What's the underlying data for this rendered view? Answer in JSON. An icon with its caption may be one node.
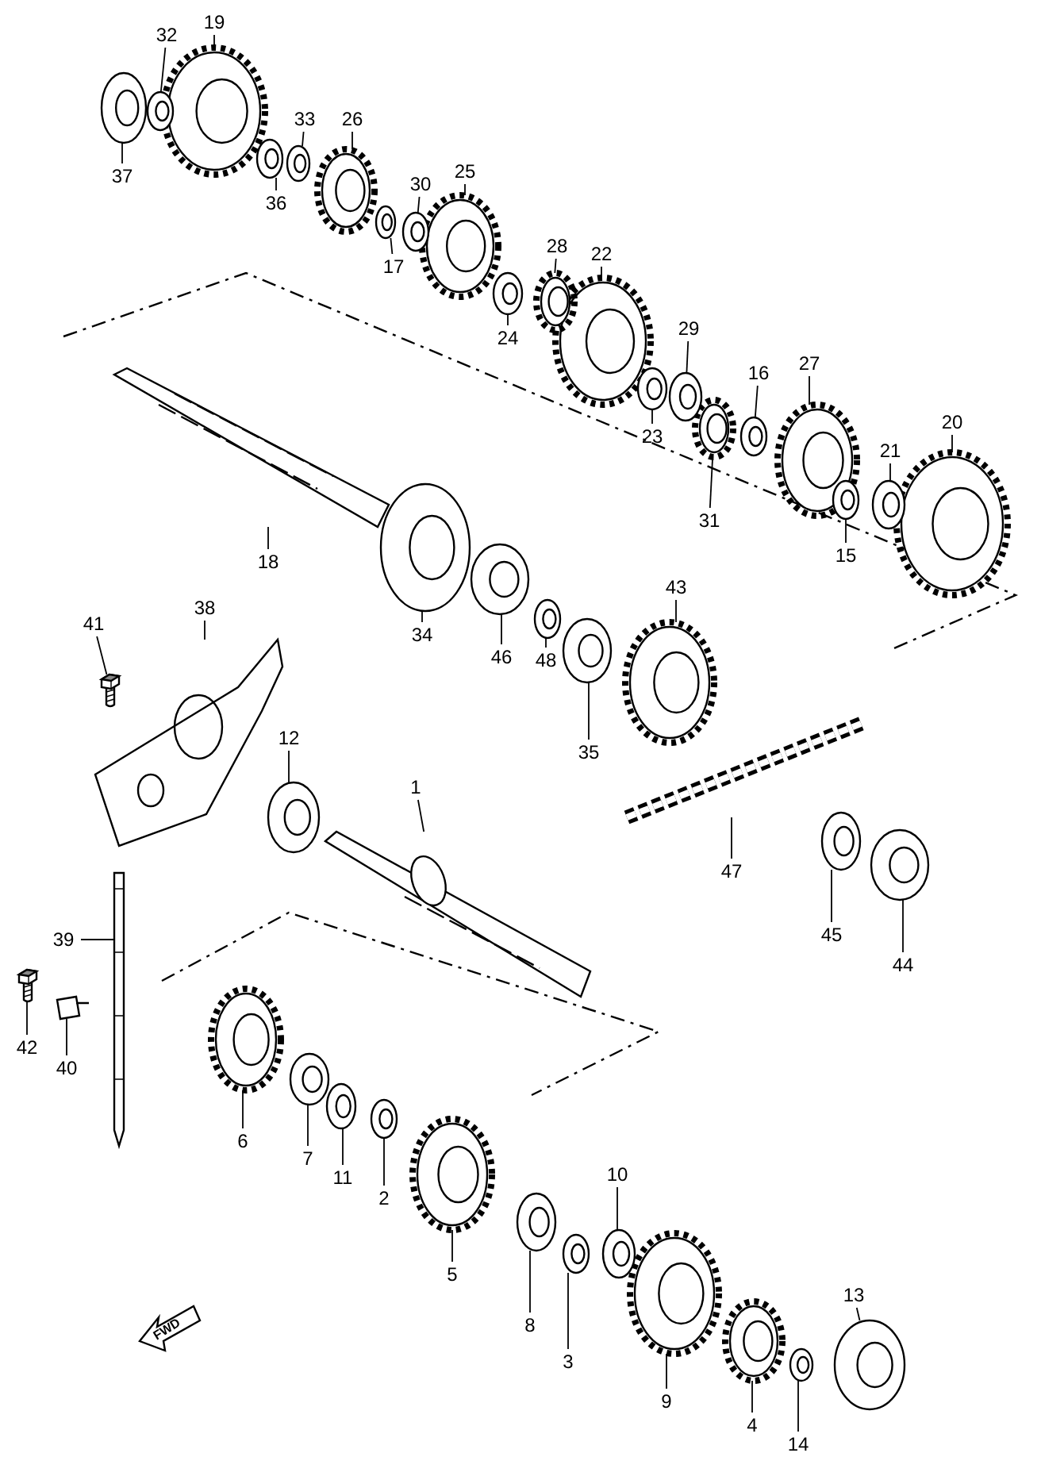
{
  "diagram": {
    "nodes": [
      {
        "text": [
          "19"
        ]
      },
      {
        "text": [
          "32"
        ]
      },
      {
        "text": [
          "37"
        ]
      },
      {
        "text": [
          "33"
        ]
      },
      {
        "text": [
          "26"
        ]
      },
      {
        "text": [
          "36"
        ]
      },
      {
        "text": [
          "30"
        ]
      },
      {
        "text": [
          "25"
        ]
      },
      {
        "text": [
          "17"
        ]
      },
      {
        "text": [
          "28"
        ]
      },
      {
        "text": [
          "22"
        ]
      },
      {
        "text": [
          "24"
        ]
      },
      {
        "text": [
          "29"
        ]
      },
      {
        "text": [
          "16"
        ]
      },
      {
        "text": [
          "27"
        ]
      },
      {
        "text": [
          "23"
        ]
      },
      {
        "text": [
          "21"
        ]
      },
      {
        "text": [
          "20"
        ]
      },
      {
        "text": [
          "31"
        ]
      },
      {
        "text": [
          "15"
        ]
      },
      {
        "text": [
          "18"
        ]
      },
      {
        "text": [
          "34"
        ]
      },
      {
        "text": [
          "46"
        ]
      },
      {
        "text": [
          "48"
        ]
      },
      {
        "text": [
          "43"
        ]
      },
      {
        "text": [
          "35"
        ]
      },
      {
        "text": [
          "41"
        ]
      },
      {
        "text": [
          "38"
        ]
      },
      {
        "text": [
          "12"
        ]
      },
      {
        "text": [
          "1"
        ]
      },
      {
        "text": [
          "47"
        ]
      },
      {
        "text": [
          "45"
        ]
      },
      {
        "text": [
          "44"
        ]
      },
      {
        "text": [
          "39"
        ]
      },
      {
        "text": [
          "42"
        ]
      },
      {
        "text": [
          "40"
        ]
      },
      {
        "text": [
          "6"
        ]
      },
      {
        "text": [
          "7"
        ]
      },
      {
        "text": [
          "11"
        ]
      },
      {
        "text": [
          "2"
        ]
      },
      {
        "text": [
          "10"
        ]
      },
      {
        "text": [
          "5"
        ]
      },
      {
        "text": [
          "8"
        ]
      },
      {
        "text": [
          "3"
        ]
      },
      {
        "text": [
          "13"
        ]
      },
      {
        "text": [
          "9"
        ]
      },
      {
        "text": [
          "4"
        ]
      },
      {
        "text": [
          "14"
        ]
      },
      {
        "text": [],
        "shape": "picture"
      },
      {
        "text": [],
        "shape": "picture"
      },
      {
        "text": [],
        "shape": "picture"
      },
      {
        "text": [],
        "shape": "picture"
      },
      {
        "text": [],
        "shape": "picture"
      },
      {
        "text": [],
        "shape": "picture"
      },
      {
        "text": [],
        "shape": "picture"
      },
      {
        "text": [],
        "shape": "picture"
      },
      {
        "text": [],
        "shape": "picture"
      },
      {
        "text": [],
        "shape": "picture"
      },
      {
        "text": [],
        "shape": "picture"
      },
      {
        "text": [],
        "shape": "picture"
      },
      {
        "text": [],
        "shape": "picture"
      },
      {
        "text": [],
        "shape": "picture"
      },
      {
        "text": [],
        "shape": "picture"
      },
      {
        "text": [],
        "shape": "picture"
      },
      {
        "text": [],
        "shape": "picture"
      },
      {
        "text": [],
        "shape": "picture"
      },
      {
        "text": [],
        "shape": "picture"
      },
      {
        "text": [],
        "shape": "picture"
      },
      {
        "text": [],
        "shape": "picture"
      },
      {
        "text": [],
        "shape": "picture"
      },
      {
        "text": [],
        "shape": "picture"
      },
      {
        "text": [],
        "shape": "picture"
      },
      {
        "text": [],
        "shape": "picture"
      },
      {
        "text": [],
        "shape": "picture"
      },
      {
        "text": [],
        "shape": "picture"
      },
      {
        "text": [],
        "shape": "picture"
      },
      {
        "text": [],
        "shape": "picture"
      },
      {
        "text": [],
        "shape": "picture"
      },
      {
        "text": [],
        "shape": "picture"
      },
      {
        "text": [],
        "shape": "picture"
      },
      {
        "text": [],
        "shape": "picture"
      },
      {
        "text": [],
        "shape": "picture"
      },
      {
        "text": [],
        "shape": "picture"
      },
      {
        "text": [],
        "shape": "picture"
      },
      {
        "text": [],
        "shape": "picture"
      },
      {
        "text": [],
        "shape": "picture"
      },
      {
        "text": [],
        "shape": "picture"
      },
      {
        "text": [],
        "shape": "picture"
      },
      {
        "text": [],
        "shape": "picture"
      },
      {
        "text": [],
        "shape": "picture"
      },
      {
        "text": [],
        "shape": "picture"
      },
      {
        "text": [],
        "shape": "picture"
      },
      {
        "text": [],
        "shape": "picture"
      },
      {
        "text": [],
        "shape": "picture"
      },
      {
        "text": [],
        "shape": "picture"
      },
      {
        "text": [],
        "shape": "picture"
      }
    ],
    "edges": [
      {
        "from": 0,
        "to": 48,
        "arrow": "none"
      },
      {
        "from": 1,
        "to": 49,
        "arrow": "none"
      },
      {
        "from": 2,
        "to": 50,
        "arrow": "none"
      },
      {
        "from": 3,
        "to": 51,
        "arrow": "none"
      },
      {
        "from": 4,
        "to": 52,
        "arrow": "none"
      },
      {
        "from": 5,
        "to": 53,
        "arrow": "none"
      },
      {
        "from": 6,
        "to": 54,
        "arrow": "none"
      },
      {
        "from": 7,
        "to": 55,
        "arrow": "none"
      },
      {
        "from": 8,
        "to": 56,
        "arrow": "none"
      },
      {
        "from": 9,
        "to": 57,
        "arrow": "none"
      },
      {
        "from": 10,
        "to": 58,
        "arrow": "none"
      },
      {
        "from": 11,
        "to": 59,
        "arrow": "none"
      },
      {
        "from": 12,
        "to": 60,
        "arrow": "none"
      },
      {
        "from": 13,
        "to": 61,
        "arrow": "none"
      },
      {
        "from": 14,
        "to": 62,
        "arrow": "none"
      },
      {
        "from": 15,
        "to": 63,
        "arrow": "none"
      },
      {
        "from": 16,
        "to": 64,
        "arrow": "none"
      },
      {
        "from": 17,
        "to": 65,
        "arrow": "none"
      },
      {
        "from": 18,
        "to": 66,
        "arrow": "none"
      },
      {
        "from": 19,
        "to": 67,
        "arrow": "none"
      },
      {
        "from": 20,
        "to": 68,
        "arrow": "none"
      },
      {
        "from": 21,
        "to": 69,
        "arrow": "none"
      },
      {
        "from": 22,
        "to": 70,
        "arrow": "none"
      },
      {
        "from": 23,
        "to": 71,
        "arrow": "none"
      },
      {
        "from": 24,
        "to": 72,
        "arrow": "none"
      },
      {
        "from": 25,
        "to": 73,
        "arrow": "none"
      },
      {
        "from": 26,
        "to": 74,
        "arrow": "none"
      },
      {
        "from": 27,
        "to": 75,
        "arrow": "none"
      },
      {
        "from": 28,
        "to": 76,
        "arrow": "none"
      },
      {
        "from": 29,
        "to": 77,
        "arrow": "none"
      },
      {
        "from": 30,
        "to": 78,
        "arrow": "none"
      },
      {
        "from": 31,
        "to": 79,
        "arrow": "none"
      },
      {
        "from": 32,
        "to": 80,
        "arrow": "none"
      },
      {
        "from": 33,
        "to": 81,
        "arrow": "none"
      },
      {
        "from": 34,
        "to": 82,
        "arrow": "none"
      },
      {
        "from": 35,
        "to": 83,
        "arrow": "none"
      },
      {
        "from": 36,
        "to": 84,
        "arrow": "none"
      },
      {
        "from": 37,
        "to": 85,
        "arrow": "none"
      },
      {
        "from": 38,
        "to": 86,
        "arrow": "none"
      },
      {
        "from": 39,
        "to": 87,
        "arrow": "none"
      },
      {
        "from": 40,
        "to": 88,
        "arrow": "none"
      },
      {
        "from": 41,
        "to": 89,
        "arrow": "none"
      },
      {
        "from": 42,
        "to": 90,
        "arrow": "none"
      },
      {
        "from": 43,
        "to": 91,
        "arrow": "none"
      },
      {
        "from": 44,
        "to": 92,
        "arrow": "none"
      },
      {
        "from": 45,
        "to": 93,
        "arrow": "none"
      },
      {
        "from": 46,
        "to": 94,
        "arrow": "none"
      },
      {
        "from": 47,
        "to": 95,
        "arrow": "none"
      }
    ],
    "labels": [
      "FWD"
    ]
  }
}
